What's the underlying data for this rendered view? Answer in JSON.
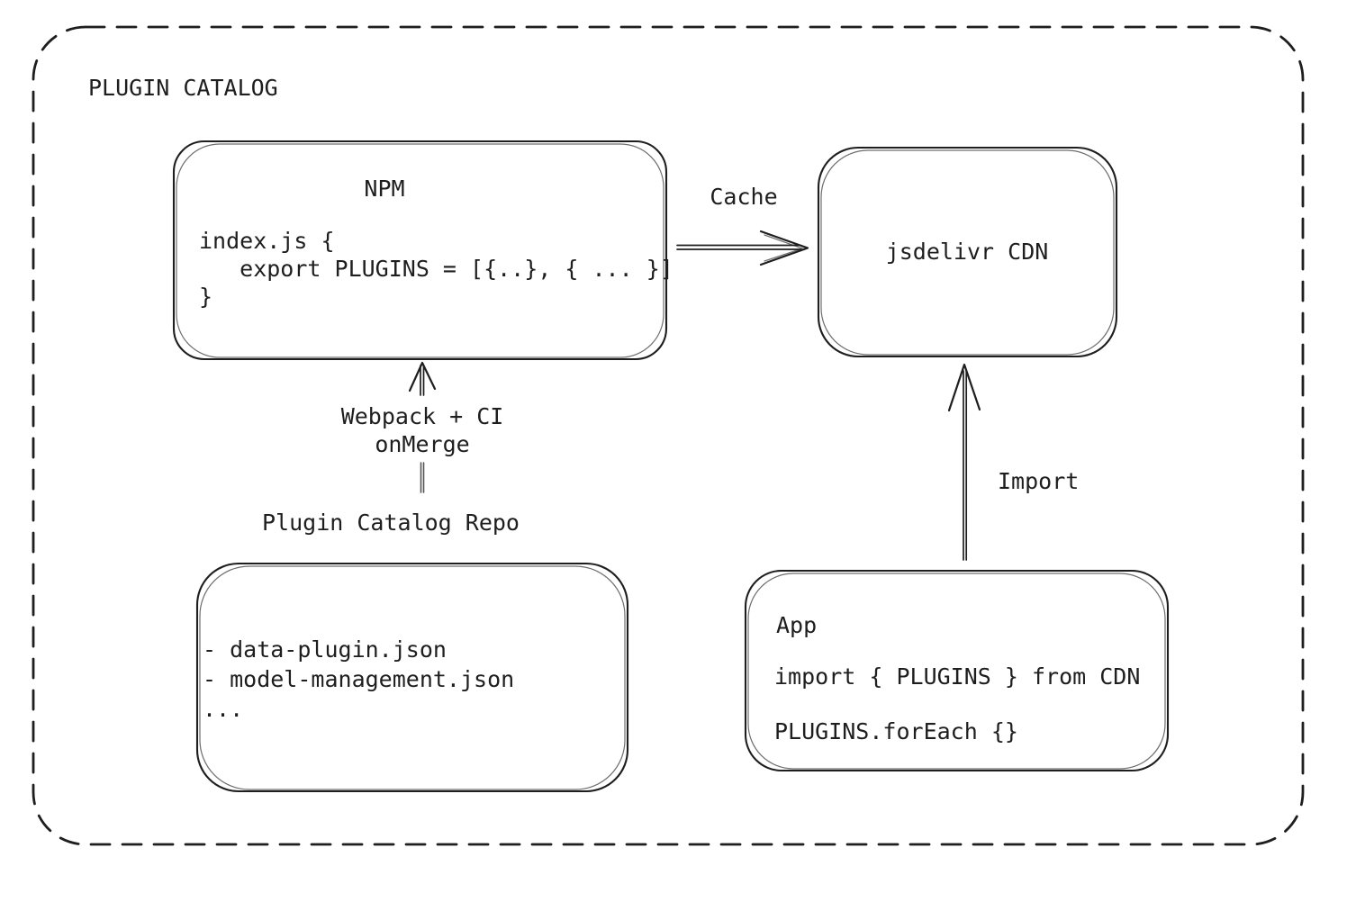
{
  "colors": {
    "stroke": "#1e1e1e",
    "ink": "#1e1e1e",
    "background": "#ffffff"
  },
  "frame": {
    "title": "PLUGIN CATALOG"
  },
  "nodes": {
    "npm": {
      "title": "NPM",
      "code": "index.js {\n   export PLUGINS = [{..}, { ... }]\n}"
    },
    "cdn": {
      "label": "jsdelivr CDN"
    },
    "repo": {
      "label": "Plugin Catalog Repo",
      "files": "- data-plugin.json\n- model-management.json\n..."
    },
    "app": {
      "title": "App",
      "import_line": "import { PLUGINS } from CDN",
      "foreach_line": "PLUGINS.forEach {}"
    }
  },
  "edges": {
    "cache": {
      "label": "Cache"
    },
    "webpack": {
      "label": "Webpack + CI\nonMerge"
    },
    "import": {
      "label": "Import"
    }
  }
}
